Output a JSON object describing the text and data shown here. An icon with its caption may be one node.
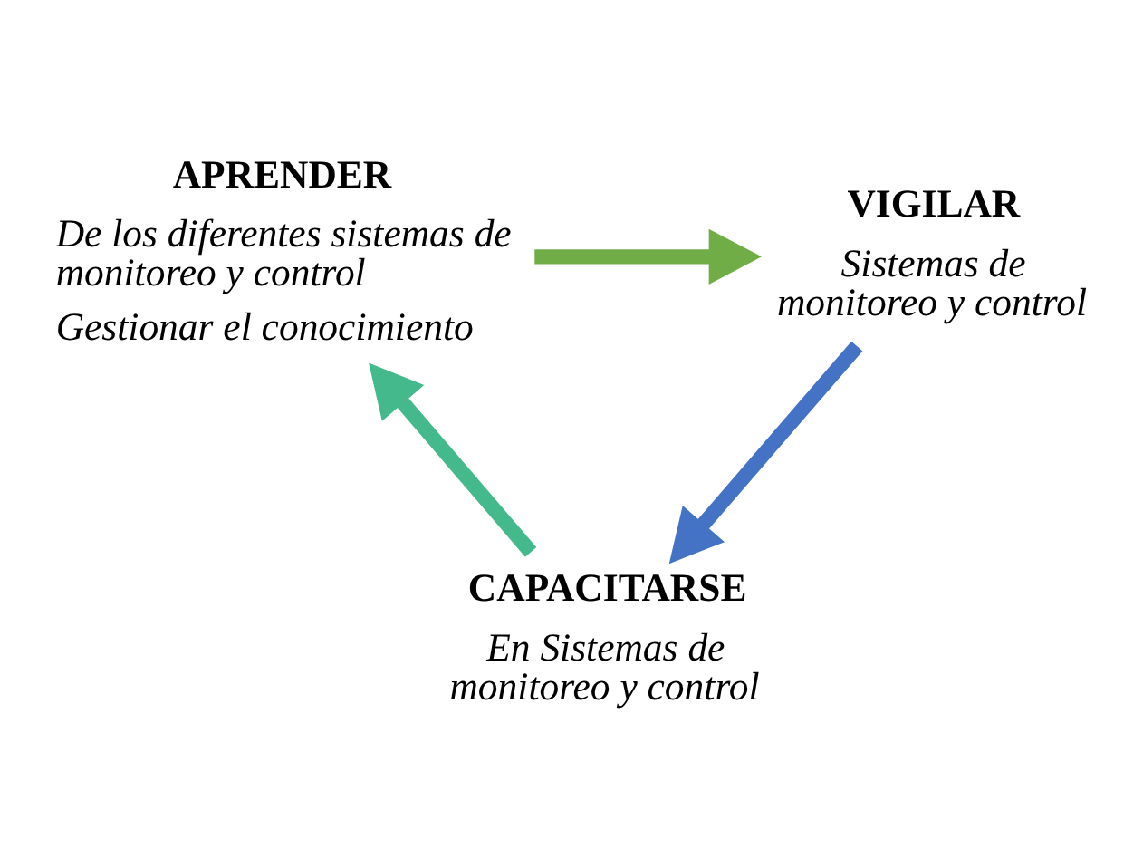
{
  "diagram": {
    "nodes": [
      {
        "text": [
          "APRENDER",
          "De los diferentes sistemas de monitoreo y control",
          "Gestionar el conocimiento"
        ]
      },
      {
        "text": [
          "VIGILAR",
          "Sistemas de monitoreo y control"
        ]
      },
      {
        "text": [
          "CAPACITARSE",
          "En Sistemas de monitoreo y control"
        ]
      }
    ],
    "edges": [
      {
        "from": 0,
        "to": 1,
        "arrow": "to",
        "color": "#70ad47"
      },
      {
        "from": 1,
        "to": 2,
        "arrow": "to",
        "color": "#4472c4"
      },
      {
        "from": 2,
        "to": 0,
        "arrow": "to",
        "color": "#44b98c"
      }
    ]
  }
}
